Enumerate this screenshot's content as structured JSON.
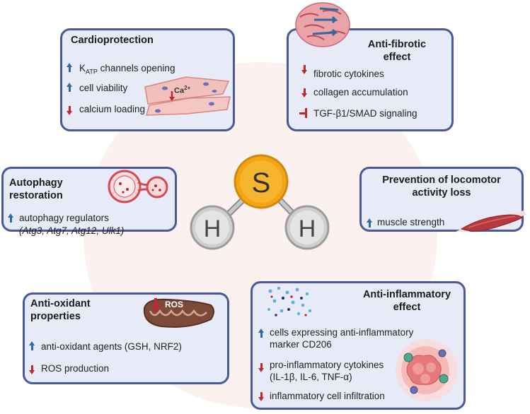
{
  "cardio": {
    "title": "Cardioprotection",
    "item1_main": "K",
    "item1_sub": "ATP",
    "item1_rest": " channels opening",
    "item2": "cell viability",
    "item3": "calcium loading",
    "ca_label": "Ca",
    "ca_sup": "2+"
  },
  "fibrotic": {
    "title_line1": "Anti-fibrotic",
    "title_line2": "effect",
    "item1": "fibrotic cytokines",
    "item2": "collagen accumulation",
    "item3": "TGF-β1/SMAD signaling"
  },
  "autophagy": {
    "title_line1": "Autophagy",
    "title_line2": "restoration",
    "item1": "autophagy regulators",
    "item2": "(Atg3, Atg7, Atg12, Ulk1)"
  },
  "locomotor": {
    "title_line1": "Prevention of locomotor",
    "title_line2": "activity loss",
    "item1": "muscle strength"
  },
  "antioxidant": {
    "title_line1": "Anti-oxidant",
    "title_line2": "properties",
    "item1": "anti-oxidant agents (GSH, NRF2)",
    "item2": "ROS production",
    "ros_label": "ROS"
  },
  "inflammatory": {
    "title_line1": "Anti-inflammatory",
    "title_line2": "effect",
    "item1_line1": "cells expressing anti-inflammatory",
    "item1_line2": "marker CD206",
    "item2_line1": "pro-inflammatory cytokines",
    "item2_line2": "(IL-1β, IL-6, TNF-α)",
    "item3": "inflammatory cell infiltration"
  },
  "molecule": {
    "sulfur": "S",
    "h_left": "H",
    "h_right": "H"
  },
  "colors": {
    "panel_border": "#4b589a",
    "panel_fill": "#e7ebf7",
    "up_arrow": "#2f6aa0",
    "down_arrow": "#c0282d",
    "sulfur": "#f2a516",
    "hydrogen": "#cfcfcf"
  }
}
